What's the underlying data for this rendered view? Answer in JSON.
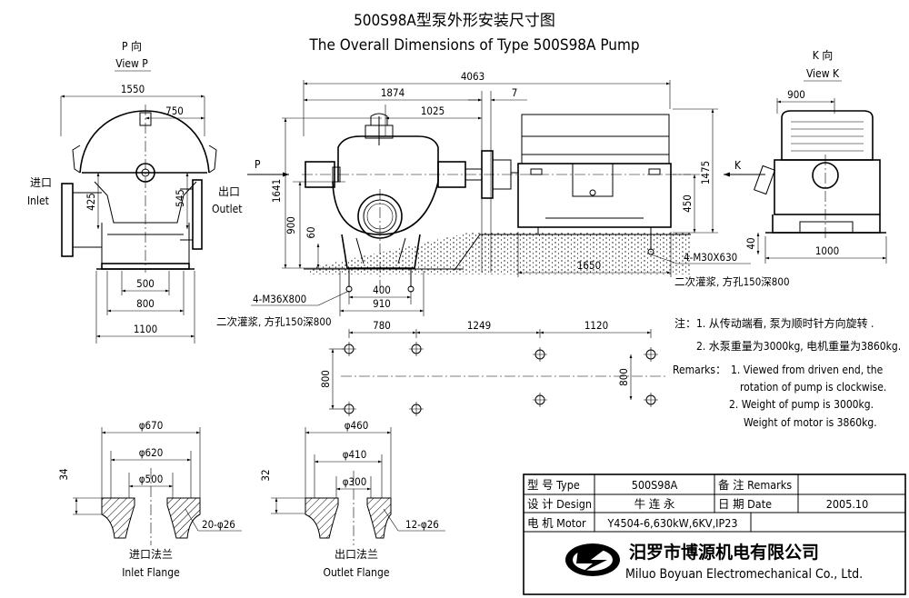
{
  "title": {
    "cn": "500S98A型泵外形安装尺寸图",
    "en": "The Overall Dimensions of Type 500S98A Pump"
  },
  "view_p": {
    "label_cn": "P 向",
    "label_en": "View P",
    "arrow_label": "P"
  },
  "view_k": {
    "label_cn": "K 向",
    "label_en": "View K",
    "arrow_label": "K"
  },
  "inlet": {
    "cn": "进口",
    "en": "Inlet"
  },
  "outlet": {
    "cn": "出口",
    "en": "Outlet"
  },
  "dims_view_p": [
    "1550",
    "750",
    "425",
    "545",
    "500",
    "800",
    "1100"
  ],
  "dims_front": [
    "4063",
    "1874",
    "7",
    "1025",
    "1641",
    "900",
    "60",
    "400",
    "910",
    "1650",
    "450",
    "1475"
  ],
  "dims_view_k": [
    "900",
    "1000",
    "40"
  ],
  "bolts": {
    "pump": "4-M36X800",
    "motor": "4-M30X630",
    "grout_pump": "二次灌浆, 方孔150深800",
    "grout_motor": "二次灌浆, 方孔150深800"
  },
  "foundation": {
    "dims": [
      "780",
      "1249",
      "1120"
    ],
    "vert_left": "800",
    "vert_right": "800"
  },
  "notes_cn": {
    "prefix": "注：",
    "line1": "1. 从传动端看, 泵为顺时针方向旋转 .",
    "line2": "2. 水泵重量为3000kg, 电机重量为3860kg."
  },
  "notes_en": {
    "prefix": "Remarks：",
    "line1a": "1. Viewed from driven end, the",
    "line1b": "rotation of pump is  clockwise.",
    "line2a": "2. Weight of pump is 3000kg.",
    "line2b": "Weight of motor is 3860kg."
  },
  "inlet_flange": {
    "d1": "φ670",
    "d2": "φ620",
    "d3": "φ500",
    "thick": "34",
    "holes": "20-φ26",
    "cn": "进口法兰",
    "en": "Inlet Flange"
  },
  "outlet_flange": {
    "d1": "φ460",
    "d2": "φ410",
    "d3": "φ300",
    "thick": "32",
    "holes": "12-φ26",
    "cn": "出口法兰",
    "en": "Outlet Flange"
  },
  "title_block": {
    "type_label": "型  号 Type",
    "type_value": "500S98A",
    "remarks_label": "备 注 Remarks",
    "design_label": "设  计 Design",
    "design_value": "牛 连 永",
    "date_label": "日  期 Date",
    "date_value": "2005.10",
    "motor_label": "电  机 Motor",
    "motor_value": "Y4504-6,630kW,6KV,IP23"
  },
  "company": {
    "cn": "汨罗市博源机电有限公司",
    "en": "Miluo Boyuan Electromechanical Co., Ltd."
  }
}
